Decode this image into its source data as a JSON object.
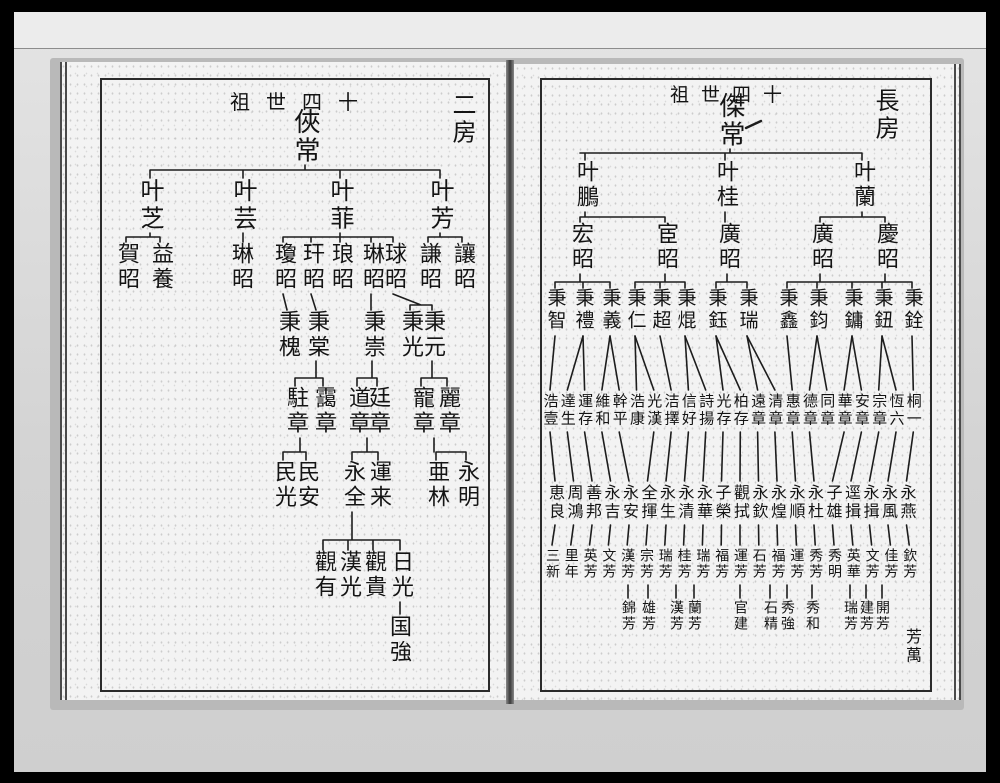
{
  "left_page": {
    "generation_title": "十四世祖",
    "branch": "二房",
    "root": "俠常",
    "gen1": [
      "叶芳",
      "叶菲",
      "叶芸",
      "叶芝"
    ],
    "gen2": [
      "讓昭",
      "謙昭",
      "球昭",
      "琳昭",
      "琅昭",
      "玕昭",
      "瓊昭",
      "琳昭",
      "益養",
      "賀昭"
    ],
    "gen3": [
      "秉元",
      "秉光",
      "秉崇",
      "秉棠",
      "秉槐"
    ],
    "gen4": [
      "麗章",
      "寵章",
      "廷章",
      "道章",
      "靄章",
      "駐章"
    ],
    "gen5": [
      "永明",
      "亜林",
      "運来",
      "永全",
      "民安",
      "民光"
    ],
    "gen6": [
      "日光",
      "觀貴",
      "漢光",
      "觀有"
    ],
    "gen7": [
      "国強"
    ]
  },
  "right_page": {
    "generation_title": "十四世祖",
    "branch": "長房",
    "root": "傑常",
    "gen1": [
      "叶蘭",
      "叶桂",
      "叶鵬"
    ],
    "gen2": [
      "慶昭",
      "廣昭",
      "廣昭",
      "宦昭",
      "宏昭"
    ],
    "gen3": [
      "秉銓",
      "秉鈕",
      "秉鏞",
      "秉鈞",
      "秉鑫",
      "秉瑞",
      "秉鈺",
      "秉焜",
      "秉超",
      "秉仁",
      "秉義",
      "秉禮",
      "秉智"
    ],
    "gen4": [
      "浩壹",
      "達生",
      "運存",
      "維和",
      "幹平",
      "浩康",
      "光漢",
      "洁擇",
      "信好",
      "詩揚",
      "光存",
      "柏存",
      "遠章",
      "清章",
      "惠章",
      "德章",
      "同章",
      "華章",
      "安章",
      "宗章",
      "恆六",
      "桐一"
    ],
    "gen5": [
      "恵良",
      "周鴻",
      "善邦",
      "永吉",
      "永安",
      "全揮",
      "永生",
      "永清",
      "永華",
      "子榮",
      "觀拭",
      "永欽",
      "永煌",
      "永順",
      "永杜",
      "子雄",
      "逕揖",
      "永揖",
      "永風",
      "永燕"
    ],
    "gen6": [
      "三新",
      "里年",
      "英芳",
      "文芳",
      "漢芳",
      "宗芳",
      "瑞芳",
      "桂芳",
      "瑞芳",
      "福芳",
      "運芳",
      "石芳",
      "福芳",
      "運芳",
      "秀芳",
      "秀明",
      "英華",
      "文芳",
      "佳芳",
      "欽芳"
    ],
    "gen6_sub": [
      "錦芳",
      "雄芳",
      "漢芳",
      "蘭芳",
      "官建",
      "石精",
      "秀強",
      "秀和",
      "瑞芳",
      "建芳",
      "開芳"
    ],
    "note": "芳萬"
  }
}
